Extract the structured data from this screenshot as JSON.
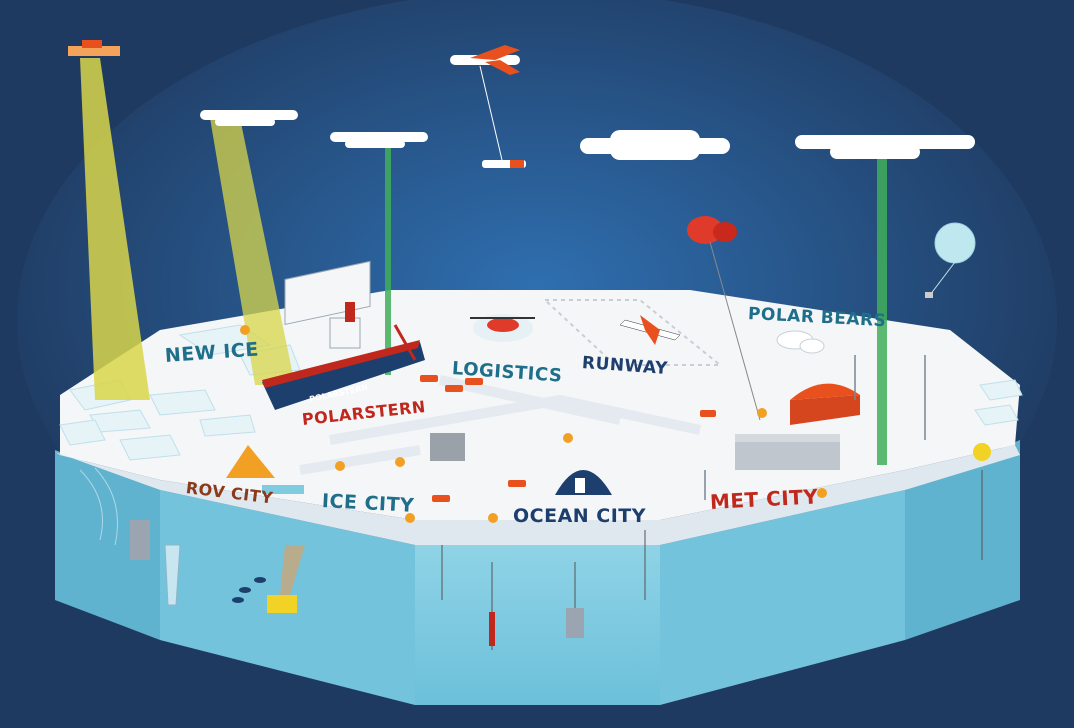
{
  "labels": {
    "new_ice": "NEW ICE",
    "logistics": "LOGISTICS",
    "runway": "RUNWAY",
    "polar_bears": "POLAR BEARS",
    "polarstern": "POLARSTERN",
    "rov_city": "ROV CITY",
    "ice_city": "ICE CITY",
    "ocean_city": "OCEAN CITY",
    "met_city": "MET CITY",
    "ship_hull_name": "POLARSTERN"
  },
  "colors": {
    "background": "#1f3a60",
    "sky_glow": "#2f6fb0",
    "ice_surface": "#f4f6f8",
    "water": "#7fcbe0",
    "water_dark": "#5bb3cf",
    "label_teal": "#1f6f8b",
    "label_navy": "#1d3f6e",
    "label_red": "#c0281e",
    "label_brown": "#8b3a1a",
    "accent_orange": "#e8501e",
    "beam_yellow": "#d8d64a",
    "beam_green": "#3fae5a",
    "researcher_orange": "#f2a024"
  }
}
